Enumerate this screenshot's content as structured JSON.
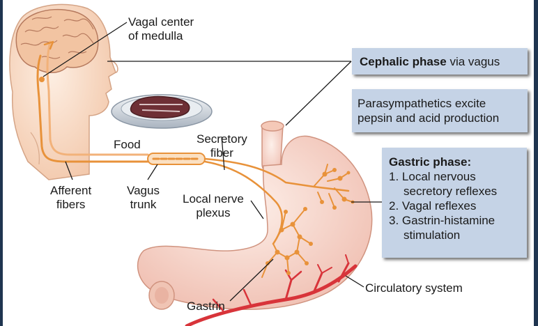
{
  "labels": {
    "vagal_center_line1": "Vagal center",
    "vagal_center_line2": "of medulla",
    "food": "Food",
    "secretory_line1": "Secretory",
    "secretory_line2": "fiber",
    "afferent_line1": "Afferent",
    "afferent_line2": "fibers",
    "vagus_line1": "Vagus",
    "vagus_line2": "trunk",
    "local_nerve_line1": "Local nerve",
    "local_nerve_line2": "plexus",
    "gastrin": "Gastrin",
    "circulatory": "Circulatory system"
  },
  "boxes": {
    "cephalic_bold": "Cephalic phase",
    "cephalic_rest": " via vagus",
    "parasym_line1": "Parasympathetics excite",
    "parasym_line2": "pepsin and acid production",
    "gastric_title": "Gastric phase:",
    "gastric_items": [
      {
        "num": "1.",
        "line1": "Local nervous",
        "line2": "secretory reflexes"
      },
      {
        "num": "2.",
        "line1": "Vagal reflexes",
        "line2": ""
      },
      {
        "num": "3.",
        "line1": "Gastrin-histamine",
        "line2": "stimulation"
      }
    ]
  },
  "colors": {
    "background": "#1f3550",
    "box": "#c5d3e6",
    "skin": "#f8dcc8",
    "nerve": "#e8923a",
    "blood": "#d8343a",
    "stomach": "#f6d2c8"
  },
  "icons": [
    "head-illustration",
    "brain-illustration",
    "steak-plate-illustration",
    "stomach-illustration",
    "nerve-fibers",
    "blood-vessels"
  ]
}
